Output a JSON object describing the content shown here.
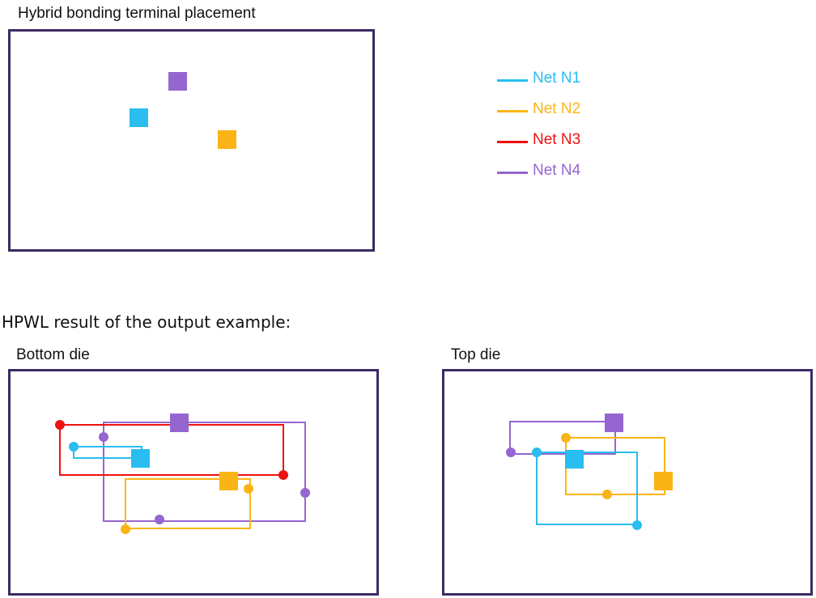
{
  "colors": {
    "net_n1": "#29bdf0",
    "net_n2": "#fbb416",
    "net_n3": "#ee1111",
    "net_n4": "#9566d0",
    "die_border": "#3b2a66"
  },
  "placement": {
    "title": "Hybrid bonding terminal placement"
  },
  "legend": {
    "items": [
      {
        "label": "Net N1",
        "color": "#29bdf0"
      },
      {
        "label": "Net N2",
        "color": "#fbb416"
      },
      {
        "label": "Net N3",
        "color": "#ee1111"
      },
      {
        "label": "Net N4",
        "color": "#9566d0"
      }
    ]
  },
  "hpwl": {
    "heading": "HPWL result of the output example:",
    "bottom_die_label": "Bottom die",
    "top_die_label": "Top die"
  }
}
